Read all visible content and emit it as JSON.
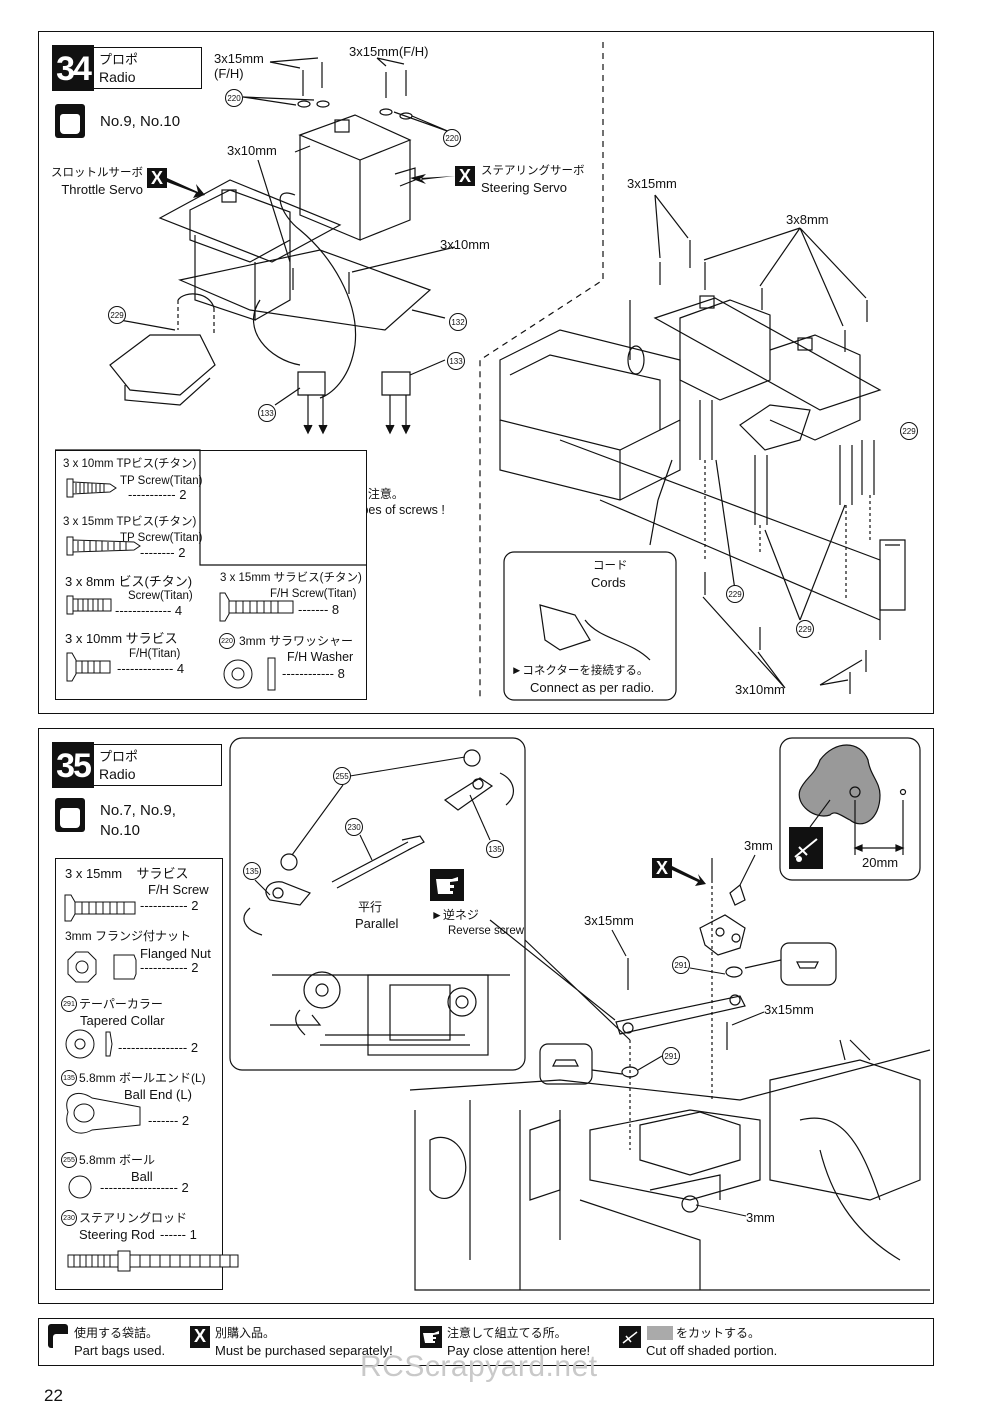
{
  "step34": {
    "number": "34",
    "title_jp": "プロポ",
    "title_en": "Radio",
    "bags": "No.9, No.10",
    "labels": {
      "screw_3x15_fh": "3x15mm\n(F/H)",
      "screw_3x15_fh2": "3x15mm(F/H)",
      "screw_3x10_a": "3x10mm",
      "screw_3x10_b": "3x10mm",
      "throttle_jp": "スロットルサーボ",
      "throttle_en": "Throttle Servo",
      "steering_jp": "ステアリングサーボ",
      "steering_en": "Steering Servo",
      "r_3x15": "3x15mm",
      "r_3x8": "3x8mm",
      "r_3x10": "3x10mm",
      "code_jp": "コード",
      "code_en": "Cords",
      "connect_jp": "►コネクターを接続する。",
      "connect_en": "Connect as per radio.",
      "note_jp": "►ビスの種類に注意。",
      "note_en": "Note the types of screws !"
    },
    "part_refs": [
      "220",
      "220",
      "229",
      "132",
      "133",
      "133",
      "229",
      "229",
      "229"
    ],
    "parts": [
      {
        "name_jp": "3 x 10mm  TPビス(チタン)",
        "name_en": "TP Screw(Titan)",
        "qty": "2"
      },
      {
        "name_jp": "3 x 15mm  TPビス(チタン)",
        "name_en": "TP Screw(Titan)",
        "qty": "2"
      },
      {
        "name_jp": "3 x 8mm  ビス(チタン)",
        "name_en": "Screw(Titan)",
        "qty": "4"
      },
      {
        "name_jp": "3 x 10mm サラビス",
        "name_en": "F/H(Titan)",
        "qty": "4"
      },
      {
        "name_jp": "3 x 15mm  サラビス(チタン)",
        "name_en": "F/H Screw(Titan)",
        "qty": "8"
      },
      {
        "name_jp": "3mm  サラワッシャー",
        "name_en": "F/H Washer",
        "qty": "8",
        "ref": "220"
      }
    ]
  },
  "step35": {
    "number": "35",
    "title_jp": "プロポ",
    "title_en": "Radio",
    "bags": "No.7, No.9,\nNo.10",
    "labels": {
      "parallel_jp": "平行",
      "parallel_en": "Parallel",
      "reverse_jp": "►逆ネジ",
      "reverse_en": "Reverse screw",
      "m3mm_a": "3mm",
      "m3x15_a": "3x15mm",
      "m3x15_b": "3x15mm",
      "m3mm_b": "3mm",
      "dim_20": "20mm"
    },
    "part_refs": [
      "255",
      "230",
      "135",
      "135",
      "291",
      "291"
    ],
    "parts": [
      {
        "name_jp": "3 x 15mm    サラビス",
        "name_en": "F/H Screw",
        "qty": "2"
      },
      {
        "name_jp": "3mm  フランジ付ナット",
        "name_en": "Flanged Nut",
        "qty": "2"
      },
      {
        "name_jp": "テーパーカラー",
        "name_en": "Tapered Collar",
        "qty": "2",
        "ref": "291"
      },
      {
        "name_jp": "5.8mm ボールエンド(L)",
        "name_en": "Ball End (L)",
        "qty": "2",
        "ref": "135"
      },
      {
        "name_jp": "5.8mm  ボール",
        "name_en": "Ball",
        "qty": "2",
        "ref": "255"
      },
      {
        "name_jp": "ステアリングロッド",
        "name_en": "Steering Rod",
        "qty": "1",
        "ref": "230"
      }
    ]
  },
  "legend": [
    {
      "icon": "bag-icon",
      "jp": "使用する袋詰。",
      "en": "Part bags used."
    },
    {
      "icon": "x-icon",
      "jp": "別購入品。",
      "en": "Must be purchased separately!"
    },
    {
      "icon": "pointing-hand-icon",
      "jp": "注意して組立てる所。",
      "en": "Pay close attention here!"
    },
    {
      "icon": "cut-icon",
      "jp": "をカットする。",
      "en": "Cut off shaded portion."
    }
  ],
  "watermark": "RCScrapyard.net",
  "page_number": "22"
}
